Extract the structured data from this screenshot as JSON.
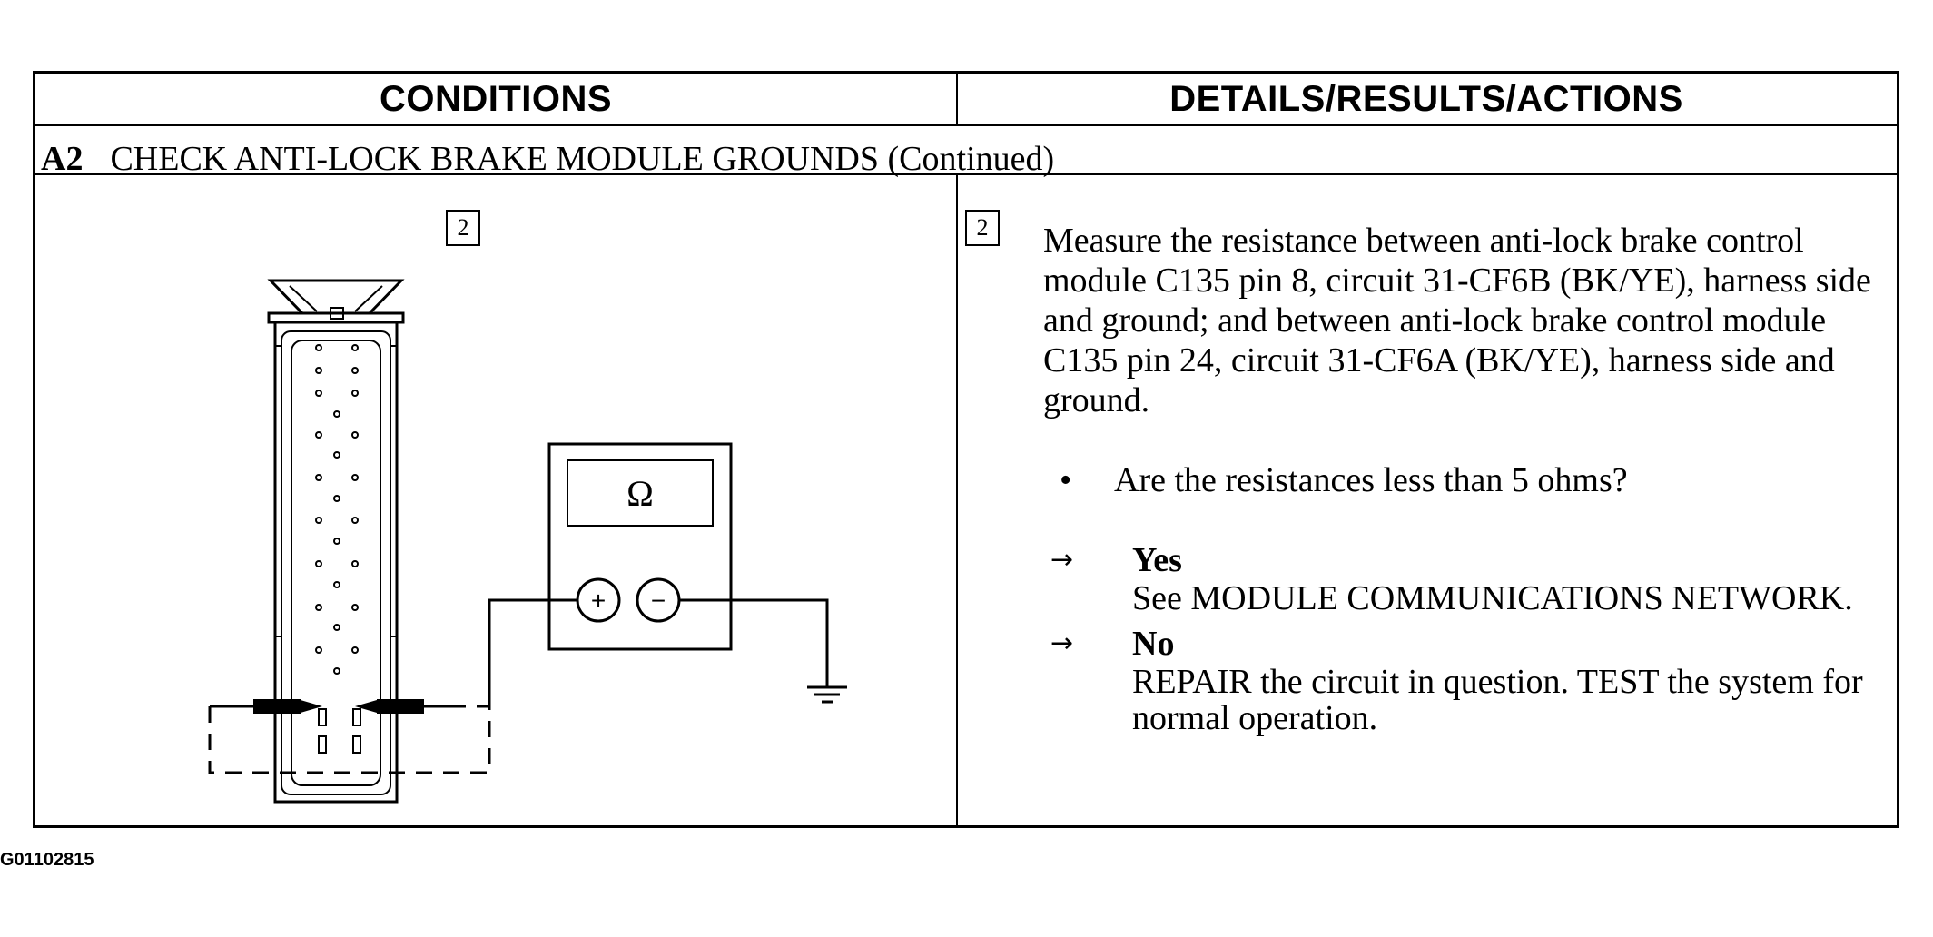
{
  "table": {
    "header_conditions": "CONDITIONS",
    "header_details": "DETAILS/RESULTS/ACTIONS",
    "step_code": "A2",
    "step_title": "CHECK ANTI-LOCK BRAKE MODULE GROUNDS (Continued)"
  },
  "diagram": {
    "step_number": "2",
    "meter_symbol": "Ω",
    "plus_terminal": "+",
    "minus_terminal": "−"
  },
  "details": {
    "step_number": "2",
    "instruction": "Measure the resistance between anti-lock brake control module C135 pin 8, circuit 31-CF6B (BK/YE), harness side and ground; and between anti-lock brake control module C135 pin 24, circuit 31-CF6A (BK/YE), harness side and  ground.",
    "bullet": "•",
    "question": "Are the resistances less than 5 ohms?",
    "arrow": "→",
    "yes_label": "Yes",
    "yes_action": "See MODULE COMMUNICATIONS NETWORK.",
    "no_label": "No",
    "no_action": "REPAIR the circuit in question. TEST the system for normal operation."
  },
  "footer": {
    "image_id": "G01102815"
  }
}
